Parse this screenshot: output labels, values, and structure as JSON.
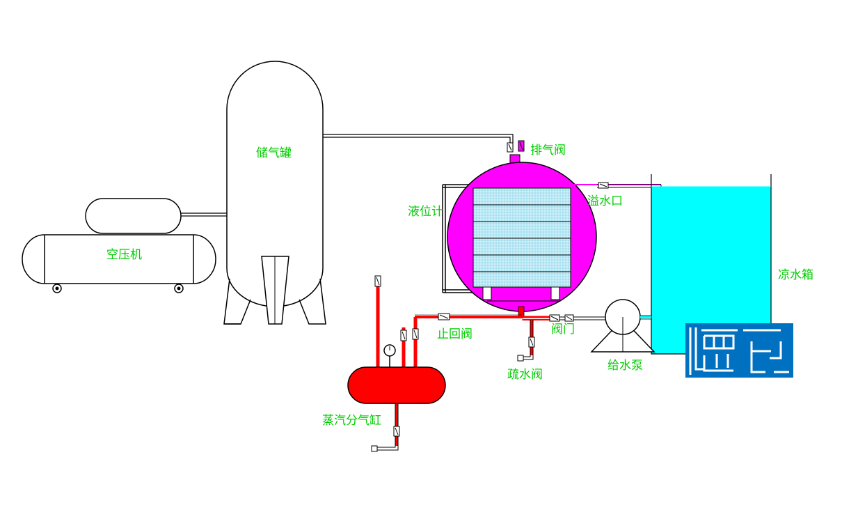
{
  "diagram": {
    "labels": {
      "air_compressor": "空压机",
      "gas_storage_tank": "储气罐",
      "exhaust_valve": "排气阀",
      "level_gauge": "液位计",
      "overflow_port": "溢水口",
      "cool_water_tank": "凉水箱",
      "check_valve": "止回阀",
      "valve": "阀门",
      "drain_valve": "疏水阀",
      "feed_pump": "给水泵",
      "steam_header": "蒸汽分气缸"
    },
    "colors": {
      "label_text": "#00cc00",
      "vessel_fill": "#ff00ff",
      "steam_pipe": "#ff0000",
      "water": "#00ffff",
      "logo_blue": "#0070c0",
      "outline": "#000000"
    }
  }
}
